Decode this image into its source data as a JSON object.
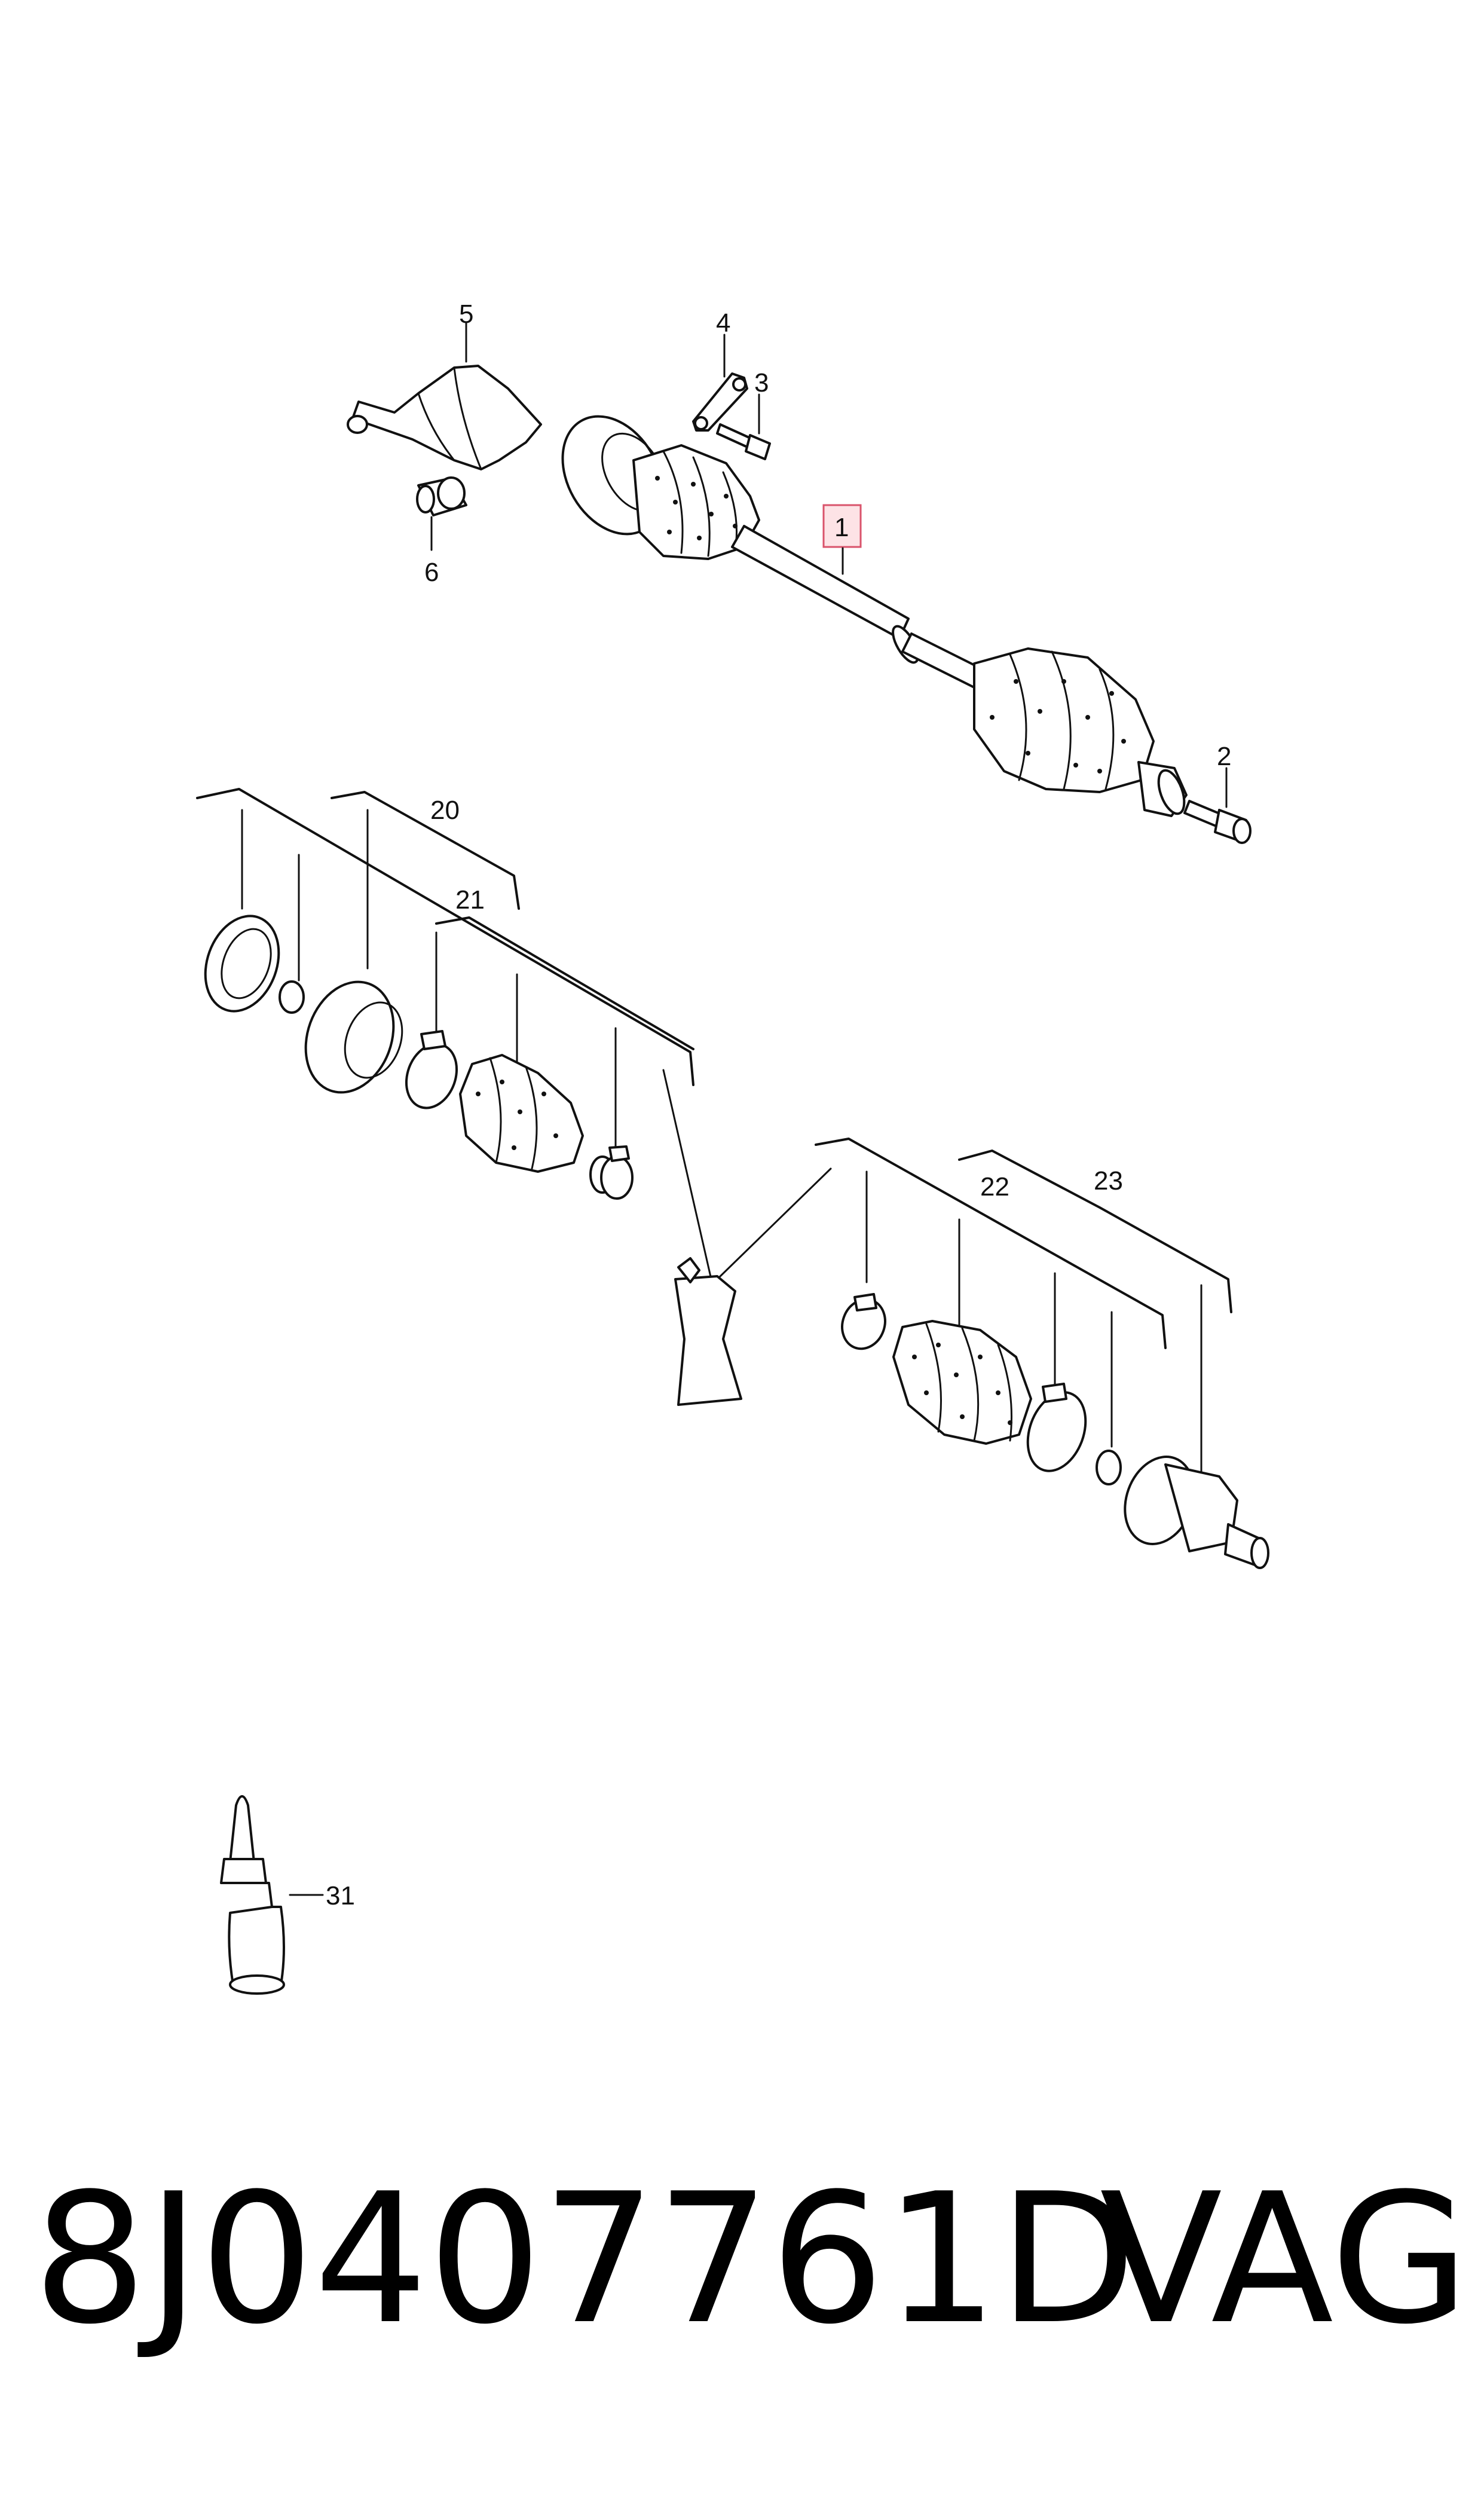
{
  "callouts": {
    "c1": "1",
    "c2": "2",
    "c3": "3",
    "c4": "4",
    "c5": "5",
    "c6": "6",
    "c20": "20",
    "c21": "21",
    "c22": "22",
    "c23": "23",
    "c31": "31"
  },
  "caption": {
    "part_number": "8J0407761D",
    "brand": "VAG"
  },
  "colors": {
    "highlight_fill": "#fde3e6",
    "highlight_stroke": "#d9536b",
    "line": "#111111"
  }
}
